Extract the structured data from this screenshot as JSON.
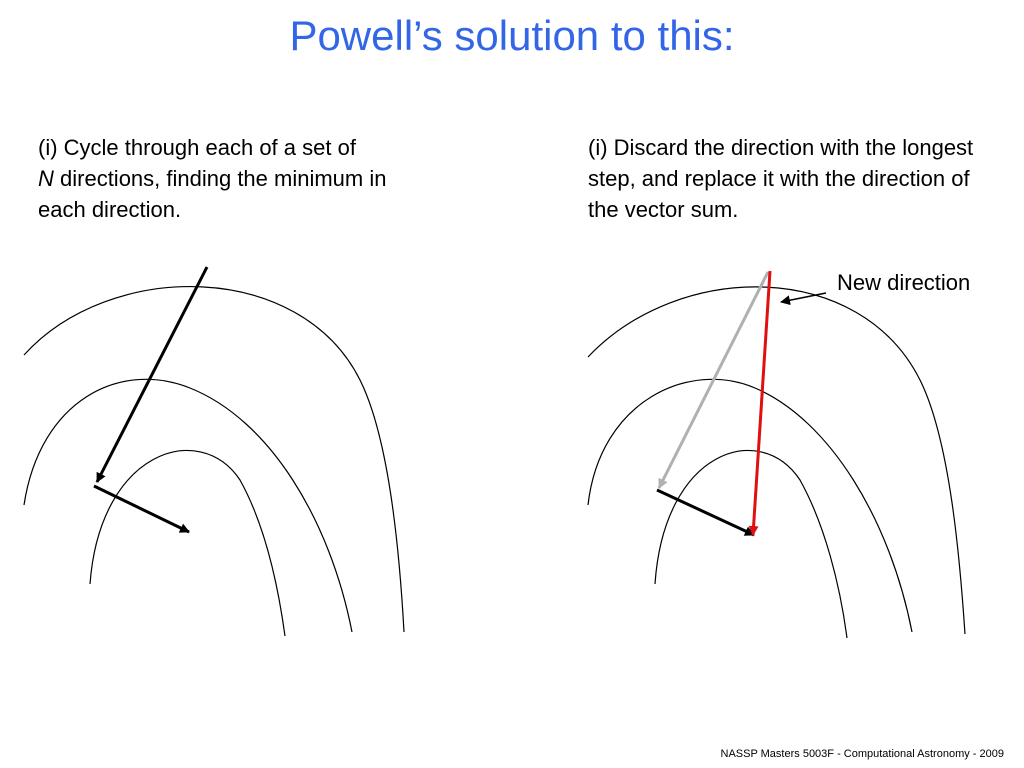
{
  "slide": {
    "title": "Powell’s solution to this:",
    "left_text": {
      "prefix": "(i) Cycle through each of a set of",
      "italic": "N",
      "suffix": " directions, finding the minimum in each direction."
    },
    "right_text": "(i) Discard the direction with the longest step, and replace it with the direction of the vector sum.",
    "callout": "New direction",
    "footer": "NASSP Masters 5003F - Computational Astronomy - 2009"
  },
  "colors": {
    "title": "#3366e6",
    "contour": "#000000",
    "step_arrow": "#000000",
    "discarded_arrow": "#b0b0b0",
    "new_direction_arrow": "#e01010"
  }
}
